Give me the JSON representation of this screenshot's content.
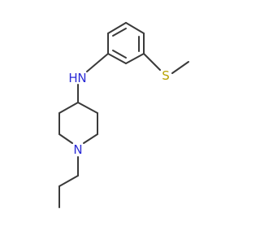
{
  "molecule": {
    "labels": {
      "n_amine": "N",
      "h_amine": "H",
      "n_ring": "N",
      "s_thioether": "S"
    },
    "colors": {
      "bond": "#3a3a3a",
      "nitrogen": "#2b2bd6",
      "sulfur": "#b8a200"
    }
  }
}
